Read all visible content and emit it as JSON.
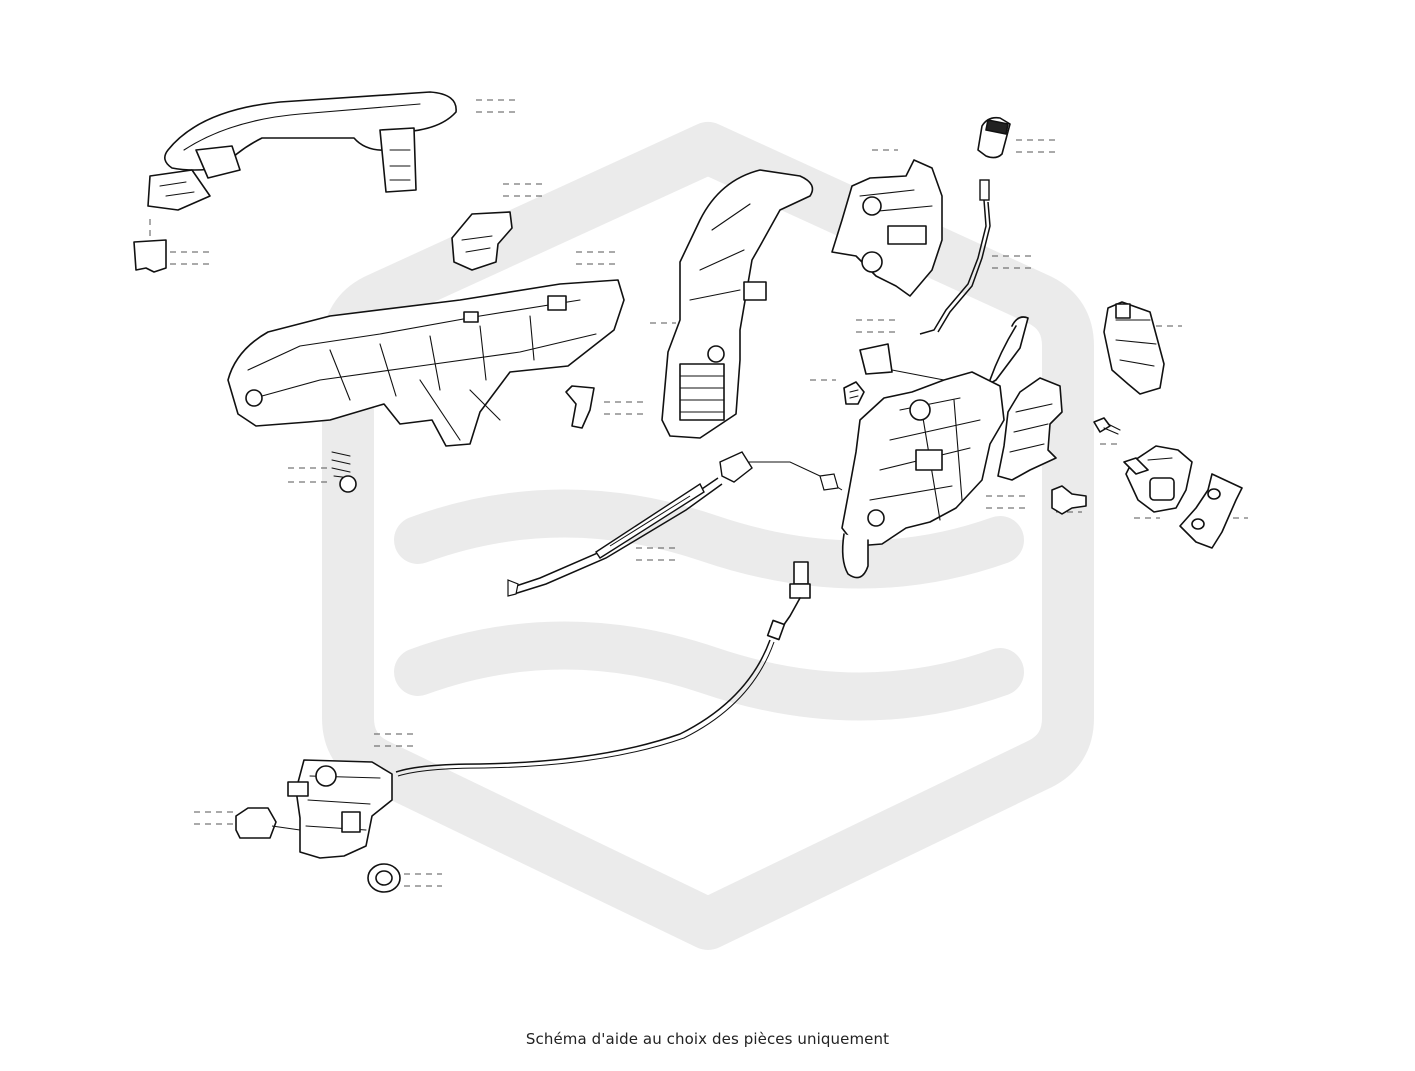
{
  "caption": "Schéma d'aide au choix des pièces uniquement",
  "watermark": {
    "icon": "hexagon-waves-logo",
    "color": "#ebebeb"
  },
  "colors": {
    "line": "#111111",
    "background": "#ffffff"
  },
  "parts": [
    {
      "name": "outer-door-handle-part",
      "icon": "door-handle"
    },
    {
      "name": "handle-connector-part",
      "icon": "connector"
    },
    {
      "name": "handle-cap-part",
      "icon": "cap"
    },
    {
      "name": "handle-bracket-part",
      "icon": "bracket"
    },
    {
      "name": "lock-cylinder-cover-part",
      "icon": "cover"
    },
    {
      "name": "inner-release-bracket-part",
      "icon": "bracket"
    },
    {
      "name": "small-clip-part",
      "icon": "clip"
    },
    {
      "name": "spring-screw-part",
      "icon": "screw"
    },
    {
      "name": "latch-cover-part",
      "icon": "cover"
    },
    {
      "name": "rubber-cap-part",
      "icon": "cap"
    },
    {
      "name": "rod-part",
      "icon": "rod"
    },
    {
      "name": "door-lock-actuator-part",
      "icon": "lock-actuator"
    },
    {
      "name": "lock-clip-part",
      "icon": "clip"
    },
    {
      "name": "micro-switch-part",
      "icon": "switch"
    },
    {
      "name": "bolt-part",
      "icon": "bolt"
    },
    {
      "name": "push-pin-part",
      "icon": "pin"
    },
    {
      "name": "striker-part",
      "icon": "striker"
    },
    {
      "name": "shim-plate-part",
      "icon": "plate"
    },
    {
      "name": "release-cable-part",
      "icon": "cable"
    },
    {
      "name": "cable-connector-part",
      "icon": "connector"
    },
    {
      "name": "fuel-door-actuator-part",
      "icon": "actuator"
    },
    {
      "name": "actuator-cap-part",
      "icon": "cap"
    },
    {
      "name": "grommet-part",
      "icon": "grommet"
    }
  ]
}
